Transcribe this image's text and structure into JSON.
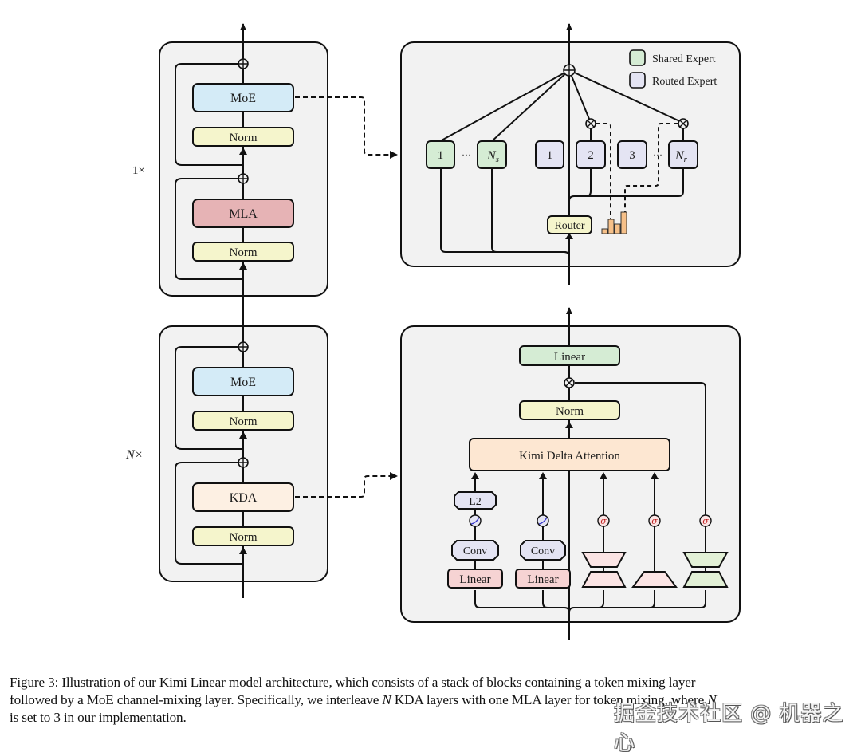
{
  "figure": {
    "left_column": {
      "mla_block": {
        "repeat_label": "1×",
        "moe_label": "MoE",
        "norm_top_label": "Norm",
        "mixer_label": "MLA",
        "norm_bottom_label": "Norm"
      },
      "kda_block": {
        "repeat_label": "N×",
        "moe_label": "MoE",
        "norm_top_label": "Norm",
        "mixer_label": "KDA",
        "norm_bottom_label": "Norm"
      }
    },
    "moe_detail": {
      "legend": [
        {
          "label": "Shared Expert",
          "color": "#d5ecd4"
        },
        {
          "label": "Routed Expert",
          "color": "#e4e4f3"
        }
      ],
      "shared_experts": [
        "1",
        "N_s"
      ],
      "routed_experts": [
        "1",
        "2",
        "3",
        "N_r"
      ],
      "ellipsis": "···",
      "router_label": "Router",
      "router_scores": [
        1,
        3,
        2,
        4.5
      ]
    },
    "kda_detail": {
      "output_linear_label": "Linear",
      "norm_label": "Norm",
      "attention_label": "Kimi Delta Attention",
      "l2_label": "L2",
      "conv_labels": [
        "Conv",
        "Conv"
      ],
      "linear_labels": [
        "Linear",
        "Linear"
      ],
      "sigma_label": "σ"
    },
    "colors": {
      "moe": "#d4ebf7",
      "norm": "#f5f5cc",
      "mla": "#e6b3b5",
      "kda": "#fdf0e3",
      "kda_attention": "#fde7d2",
      "linear_out": "#d5ecd4",
      "linear_in": "#f6d3d3",
      "conv": "#e4e4f3",
      "panel_bg": "#f2f2f2",
      "bars": "#f6c089",
      "trapezoid_pink": "#fbe4e4",
      "trapezoid_green": "#e2f0d6"
    }
  },
  "caption": {
    "line1": "Figure 3: Illustration of our Kimi Linear model architecture, which consists of a stack of blocks containing a token mixing layer",
    "line2_a": "followed by a MoE channel-mixing layer. Specifically, we interleave ",
    "line2_n": "N",
    "line2_b": " KDA layers with one MLA layer for token mixing, where ",
    "line2_n2": "N",
    "line3": "is set to 3 in our implementation."
  },
  "watermark": "掘金技术社区 @ 机器之心"
}
